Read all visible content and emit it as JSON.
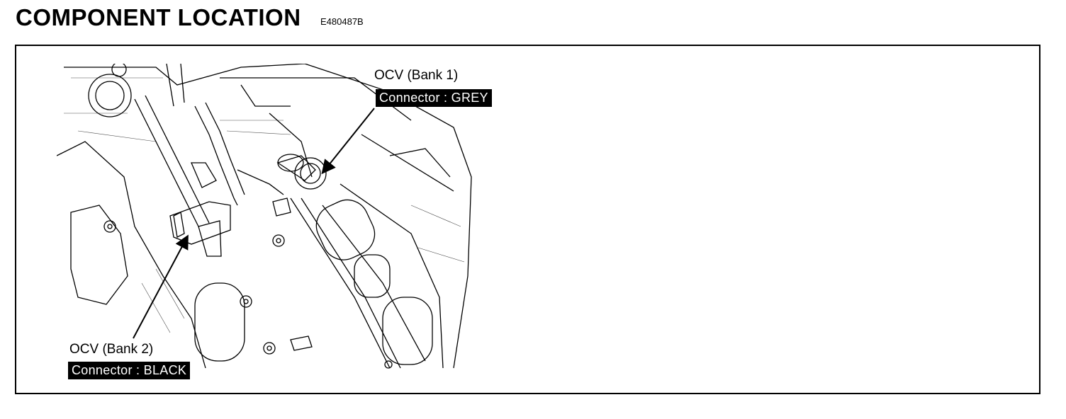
{
  "header": {
    "title": "COMPONENT LOCATION",
    "figure_code": "E480487B"
  },
  "callouts": {
    "bank1": {
      "name": "OCV (Bank 1)",
      "connector": "Connector : GREY"
    },
    "bank2": {
      "name": "OCV (Bank 2)",
      "connector": "Connector : BLACK"
    }
  },
  "icons": [
    "engine-drawing-icon",
    "callout-arrow-icon"
  ]
}
